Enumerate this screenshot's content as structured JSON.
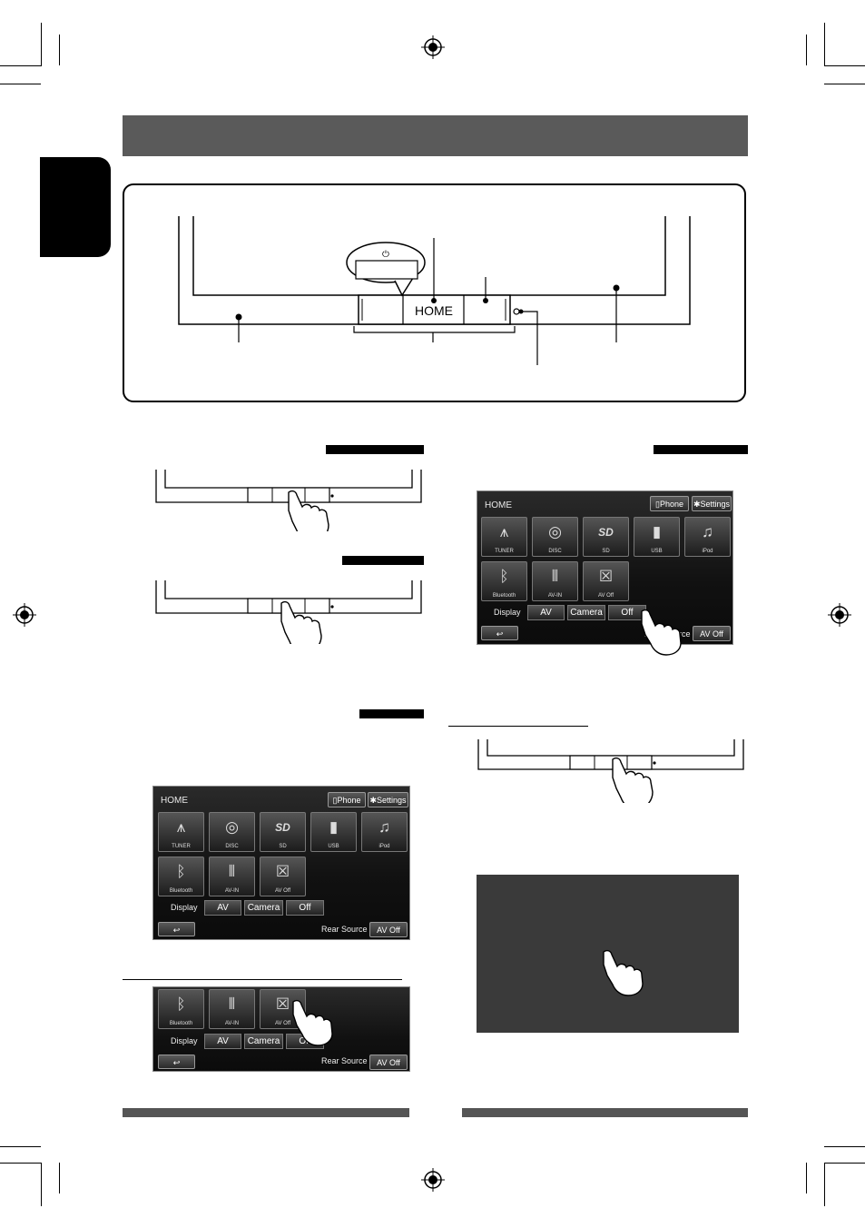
{
  "diagram": {
    "home_label": "HOME",
    "power_glyph": "⏻"
  },
  "home_screen": {
    "title": "HOME",
    "phone_label": "Phone",
    "settings_label": "Settings",
    "tiles": [
      "TUNER",
      "DISC",
      "SD",
      "USB",
      "iPod",
      "Bluetooth",
      "AV-IN",
      "AV Off"
    ],
    "display_label": "Display",
    "display_options": [
      "AV",
      "Camera",
      "Off"
    ],
    "rear_source_label": "Rear Source",
    "av_off_label": "AV Off",
    "back_icon": "back-arrow-icon"
  },
  "colors": {
    "header_bar": "#5a5a5a",
    "dark_panel": "#3a3a3a"
  }
}
